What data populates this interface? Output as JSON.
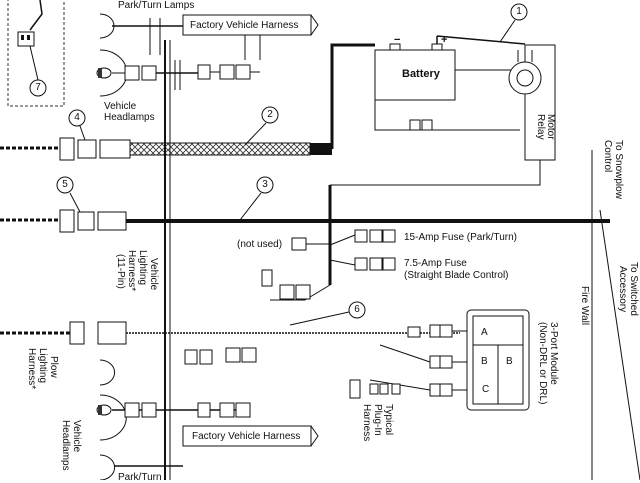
{
  "labels": {
    "park_turn_lamps": "Park/Turn Lamps",
    "factory_vehicle_harness_top": "Factory Vehicle Harness",
    "factory_vehicle_harness_bottom": "Factory Vehicle Harness",
    "vehicle_headlamps_top_1": "Vehicle",
    "vehicle_headlamps_top_2": "Headlamps",
    "battery": "Battery",
    "motor_relay_1": "Motor",
    "motor_relay_2": "Relay",
    "to_snowplow_control_1": "To Snowplow",
    "to_snowplow_control_2": "Control",
    "not_used": "(not used)",
    "fuse_15_amp": "15-Amp Fuse (Park/Turn)",
    "fuse_7_5_amp_1": "7.5-Amp Fuse",
    "fuse_7_5_amp_2": "(Straight Blade Control)",
    "vehicle_lighting_harness_1": "Vehicle",
    "vehicle_lighting_harness_2": "Lighting",
    "vehicle_lighting_harness_3": "Harness*",
    "vehicle_lighting_harness_4": "(11-Pin)",
    "to_switched_accessory_1": "To Switched",
    "to_switched_accessory_2": "Accessory",
    "fire_wall": "Fire Wall",
    "three_port_module_1": "3-Port Module",
    "three_port_module_2": "(Non-DRL or DRL)",
    "plow_lighting_harness_1": "Plow",
    "plow_lighting_harness_2": "Lighting",
    "plow_lighting_harness_3": "Harness*",
    "typical_plugin_harness_1": "Typical",
    "typical_plugin_harness_2": "Plug-In",
    "typical_plugin_harness_3": "Harness",
    "vehicle_headlamps_bottom_1": "Vehicle",
    "vehicle_headlamps_bottom_2": "Headlamps",
    "park_turn_bottom": "Park/Turn",
    "port_a": "A",
    "port_b": "B",
    "port_c": "C",
    "battery_minus": "−",
    "battery_plus": "+"
  },
  "callouts": [
    "1",
    "2",
    "3",
    "4",
    "5",
    "6",
    "7"
  ]
}
